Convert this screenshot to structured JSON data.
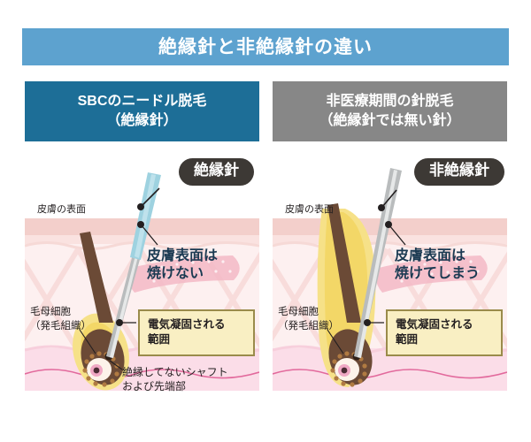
{
  "title": {
    "text": "絶縁針と非絶縁針の違い",
    "banner_color": "#5da2cf"
  },
  "panels": [
    {
      "id": "insulated",
      "header": {
        "text": "SBCのニードル脱毛\n（絶縁針）",
        "bg_color": "#1d6e97"
      },
      "needle_label": "絶縁針",
      "annotations": {
        "skin_surface": "皮膚の表面",
        "burn_status": "皮膚表面は\n焼けない",
        "hair_matrix": "毛母細胞\n（発毛組織）",
        "shaft_note": "絶縁してないシャフト\nおよび先端部"
      },
      "callout": "電気凝固される\n範囲",
      "needle_coating_color": "#9ed2e0",
      "coagulation_zone": "bulb-only"
    },
    {
      "id": "non-insulated",
      "header": {
        "text": "非医療期間の針脱毛\n（絶縁針では無い針）",
        "bg_color": "#878787"
      },
      "needle_label": "非絶縁針",
      "annotations": {
        "skin_surface": "皮膚の表面",
        "burn_status": "皮膚表面は\n焼けてしまう",
        "hair_matrix": "毛母細胞\n（発毛組織）",
        "shaft_note": ""
      },
      "callout": "電気凝固される\n範囲",
      "needle_coating_color": "none",
      "coagulation_zone": "full-shaft"
    }
  ],
  "colors": {
    "epidermis": "#f3cfcb",
    "dermis": "#fdf0f0",
    "hypodermis": "#fbdde8",
    "coagulation_yellow": "#f5e07a",
    "hair_brown": "#6b4a36",
    "needle_metal": "#b9bcbd",
    "callout_bg": "#f9efc3",
    "callout_border": "#9a8b4b",
    "pill_bg": "#3d3935",
    "vessel_pink": "#e77aa5"
  }
}
